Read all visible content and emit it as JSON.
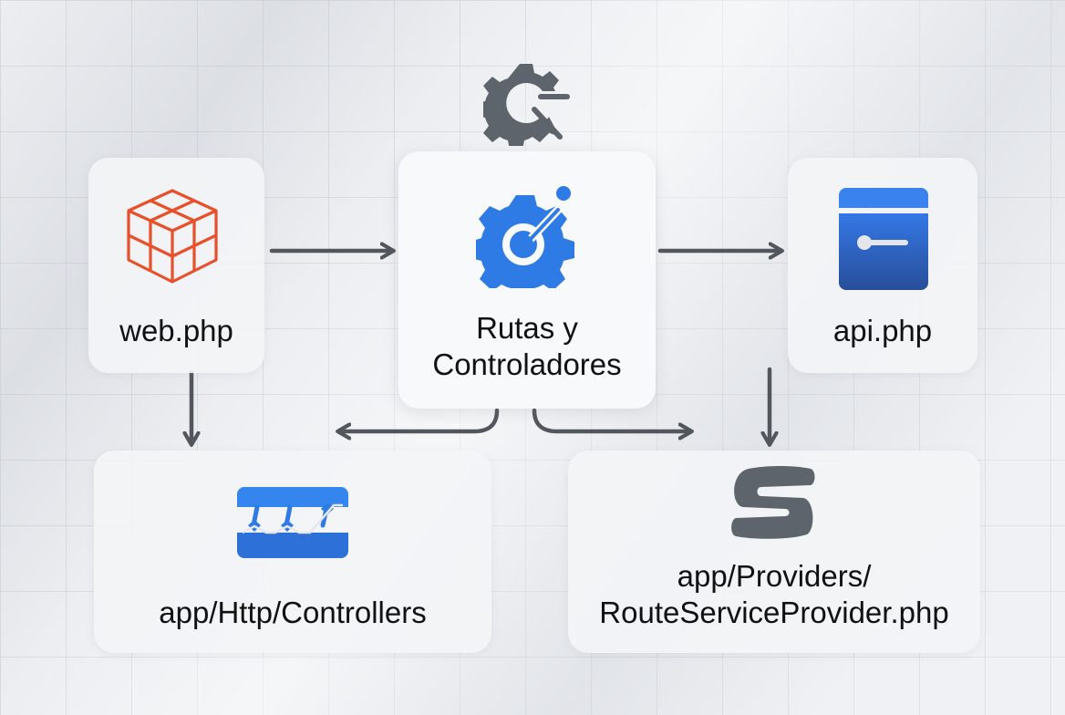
{
  "diagram": {
    "top_icon": "gear-route-icon",
    "nodes": {
      "web": {
        "label": "web.php",
        "icon": "wireframe-cube-icon",
        "color": "#e8502a"
      },
      "routes": {
        "label_line1": "Rutas y",
        "label_line2": "Controladores",
        "icon": "gear-link-icon",
        "color": "#2f7be5"
      },
      "api": {
        "label": "api.php",
        "icon": "key-panel-icon",
        "color": "#2d68d4"
      },
      "controllers": {
        "label": "app/Http/Controllers",
        "icon": "circuit-bridge-icon",
        "color": "#2f7be5"
      },
      "provider": {
        "label_line1": "app/Providers/",
        "label_line2": "RouteServiceProvider.php",
        "icon": "s-shape-icon",
        "color": "#5e646b"
      }
    },
    "edges": [
      {
        "from": "web.php",
        "to": "Rutas y Controladores"
      },
      {
        "from": "Rutas y Controladores",
        "to": "api.php"
      },
      {
        "from": "web.php",
        "to": "app/Http/Controllers"
      },
      {
        "from": "Rutas y Controladores",
        "to": "app/Http/Controllers"
      },
      {
        "from": "Rutas y Controladores",
        "to": "app/Providers/RouteServiceProvider.php"
      },
      {
        "from": "api.php",
        "to": "app/Providers/RouteServiceProvider.php"
      }
    ],
    "arrow_color": "#52575d"
  }
}
